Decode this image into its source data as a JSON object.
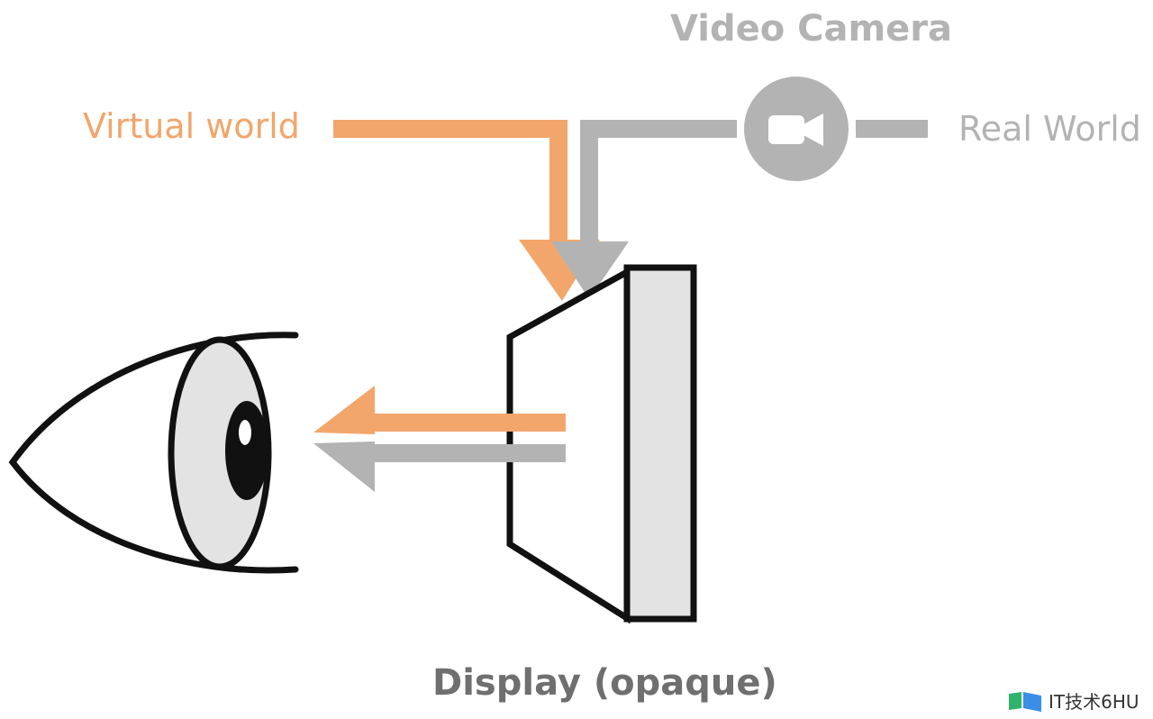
{
  "labels": {
    "video_camera": "Video Camera",
    "virtual_world": "Virtual world",
    "real_world": "Real World",
    "display": "Display (opaque)"
  },
  "watermark": {
    "text": "IT技术6HU"
  },
  "colors": {
    "virtual": "#f2a66b",
    "real": "#b3b3b3",
    "display_label": "#6f6f6f",
    "outline": "#111111",
    "fill": "#e3e3e3"
  },
  "icons": {
    "camera": "video-camera-icon",
    "eye": "eye-icon",
    "logo": "logo-icon"
  }
}
